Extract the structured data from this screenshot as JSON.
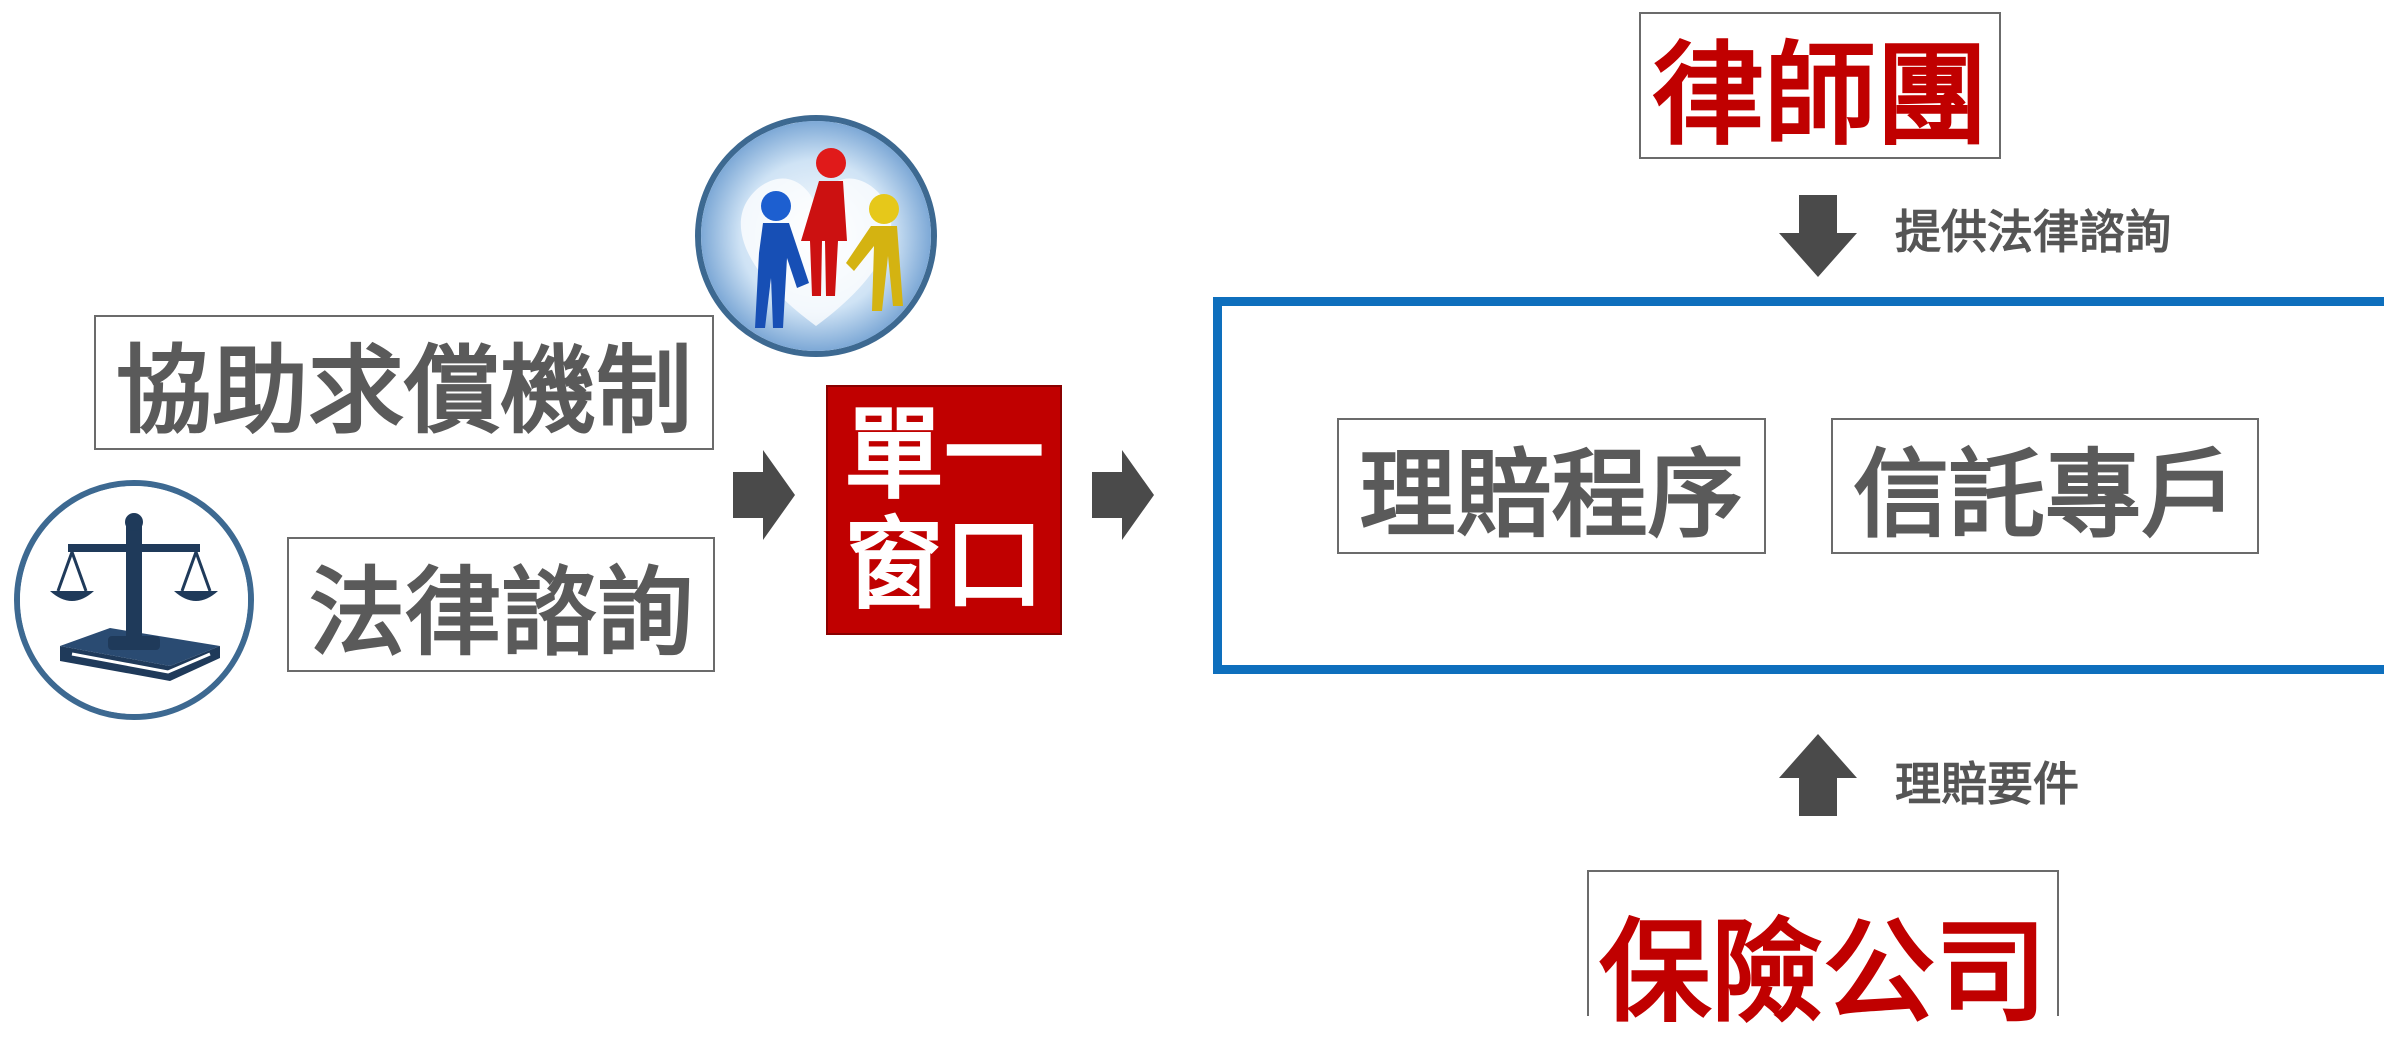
{
  "left": {
    "mechanism_label": "協助求償機制",
    "legal_label": "法律諮詢"
  },
  "center": {
    "single_window_line1": "單一",
    "single_window_line2": "窗口"
  },
  "right": {
    "lawyers_label": "律師團",
    "provide_legal_label": "提供法律諮詢",
    "claim_procedure_label": "理賠程序",
    "trust_account_label": "信託專戶",
    "claim_docs_label": "理賠要件",
    "insurance_label": "保險公司"
  },
  "colors": {
    "accent_red": "#c00000",
    "frame_blue": "#0e6fbd",
    "text_gray": "#5a5a5a",
    "arrow_gray": "#4a4a4a"
  },
  "icons": {
    "people": "people-heart-icon",
    "justice": "scales-of-justice-icon"
  }
}
